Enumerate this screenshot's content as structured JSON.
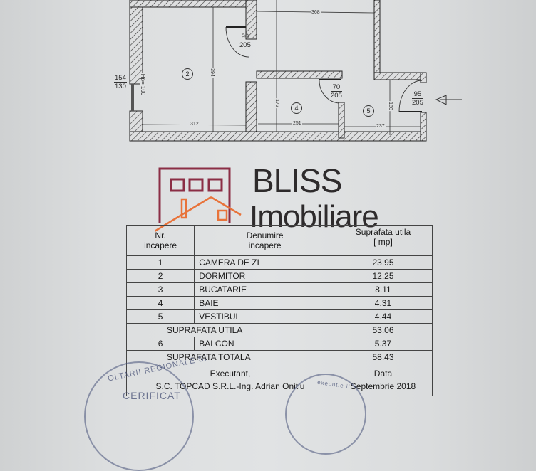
{
  "floor_plan": {
    "dimensions": {
      "top_width": "368",
      "room2_height": "394",
      "room2_width": "312",
      "room4_height": "172",
      "room4_width": "251",
      "room5_height": "180",
      "room5_width": "237",
      "window_hp": "Hp= 100"
    },
    "window": {
      "numerator": "154",
      "denominator": "130"
    },
    "doors": [
      {
        "numerator": "90",
        "denominator": "205"
      },
      {
        "numerator": "70",
        "denominator": "205"
      },
      {
        "numerator": "95",
        "denominator": "205"
      }
    ],
    "room_labels": [
      "2",
      "4",
      "5"
    ],
    "entrance_arrow": "arrow-left-icon"
  },
  "logo": {
    "line1": "BLISS",
    "line2": "Imobiliare",
    "frame_color": "#8b2e45",
    "roof_color": "#e8733a"
  },
  "table": {
    "headers": {
      "nr": [
        "Nr.",
        "incapere"
      ],
      "name": [
        "Denumire",
        "incapere"
      ],
      "area": [
        "Suprafata utila",
        "[ mp]"
      ]
    },
    "rows": [
      {
        "nr": "1",
        "name": "CAMERA DE ZI",
        "area": "23.95"
      },
      {
        "nr": "2",
        "name": "DORMITOR",
        "area": "12.25"
      },
      {
        "nr": "3",
        "name": "BUCATARIE",
        "area": "8.11"
      },
      {
        "nr": "4",
        "name": "BAIE",
        "area": "4.31"
      },
      {
        "nr": "5",
        "name": "VESTIBUL",
        "area": "4.44"
      }
    ],
    "subtotal": {
      "label": "SUPRAFATA UTILA",
      "area": "53.06"
    },
    "balcony": {
      "nr": "6",
      "name": "BALCON",
      "area": "5.37"
    },
    "total": {
      "label": "SUPRAFATA TOTALA",
      "area": "58.43"
    },
    "footer": {
      "executant_label": "Executant,",
      "executant_value": "S.C. TOPCAD S.R.L.-Ing. Adrian Onitiu",
      "date_label": "Data",
      "date_value": "Septembrie 2018"
    }
  },
  "stamps": {
    "left_text": "OLTARII REGIONALE SI",
    "left_bottom": "CERIFICAT",
    "right_text": "executie il"
  }
}
